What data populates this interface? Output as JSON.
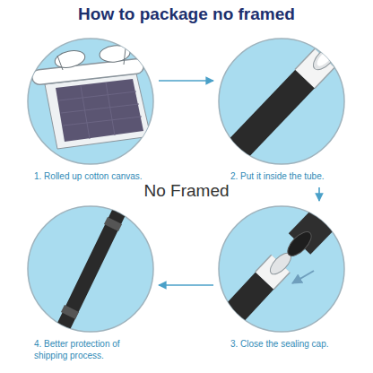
{
  "diagram": {
    "title": "How to package no framed",
    "nodes": [
      {
        "text": [
          "1. Rolled up cotton canvas."
        ]
      },
      {
        "text": [
          "2. Put it inside the tube."
        ]
      },
      {
        "text": [
          "3. Close the sealing cap."
        ]
      },
      {
        "text": [
          "4. Better protection of shipping process."
        ]
      }
    ],
    "edges": [
      {
        "from": 0,
        "to": 1,
        "arrow": "to"
      },
      {
        "from": 1,
        "to": 2,
        "arrow": "to"
      },
      {
        "from": 2,
        "to": 3,
        "arrow": "to"
      }
    ],
    "labels": [
      "No Framed"
    ]
  }
}
